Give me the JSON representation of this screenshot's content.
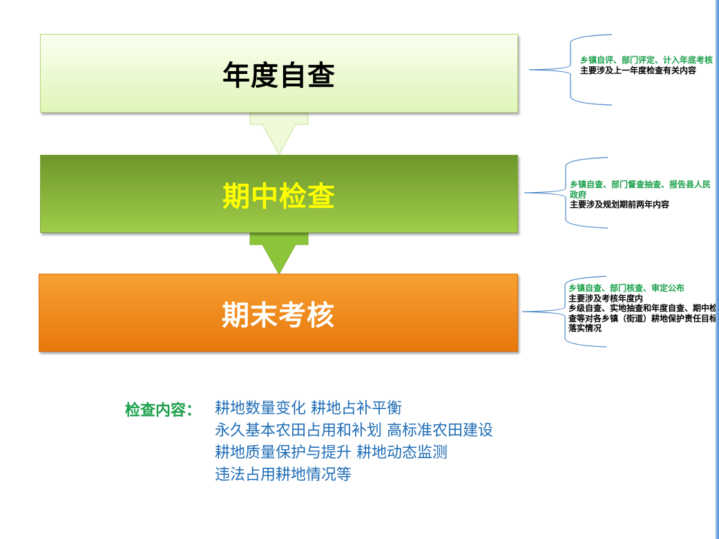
{
  "flow": {
    "steps": [
      {
        "label": "年度自查",
        "color": "#000000"
      },
      {
        "label": "期中检查",
        "color": "#ffff00"
      },
      {
        "label": "期末考核",
        "color": "#ffffff"
      }
    ],
    "colors": {
      "step1_fill": "#e4f7c2",
      "step2_fill": "#8cbc3c",
      "step3_fill": "#f08c1e",
      "arrow1_fill": "#eef9d8",
      "arrow2_fill": "#8cc43a",
      "note_green": "#1aa04a",
      "content_blue": "#1f6db5"
    }
  },
  "notes": [
    {
      "green": "乡镇自评、部门评定、计入年底考核",
      "black": [
        "主要涉及上一年度检查有关内容"
      ]
    },
    {
      "green": "乡镇自查、部门督查抽查、报告县人民政府",
      "black": [
        "主要涉及规划期前两年内容"
      ]
    },
    {
      "green": "乡镇自查、部门核查、审定公布",
      "black": [
        "主要涉及考核年度内",
        "乡级自查、实地抽查和年度自查、期中检查等对各乡镇（街道）耕地保护责任目标落实情况"
      ]
    }
  ],
  "content": {
    "label": "检查内容：",
    "lines": [
      "耕地数量变化    耕地占补平衡",
      "永久基本农田占用和补划    高标准农田建设",
      "耕地质量保护与提升    耕地动态监测",
      "违法占用耕地情况等"
    ]
  }
}
